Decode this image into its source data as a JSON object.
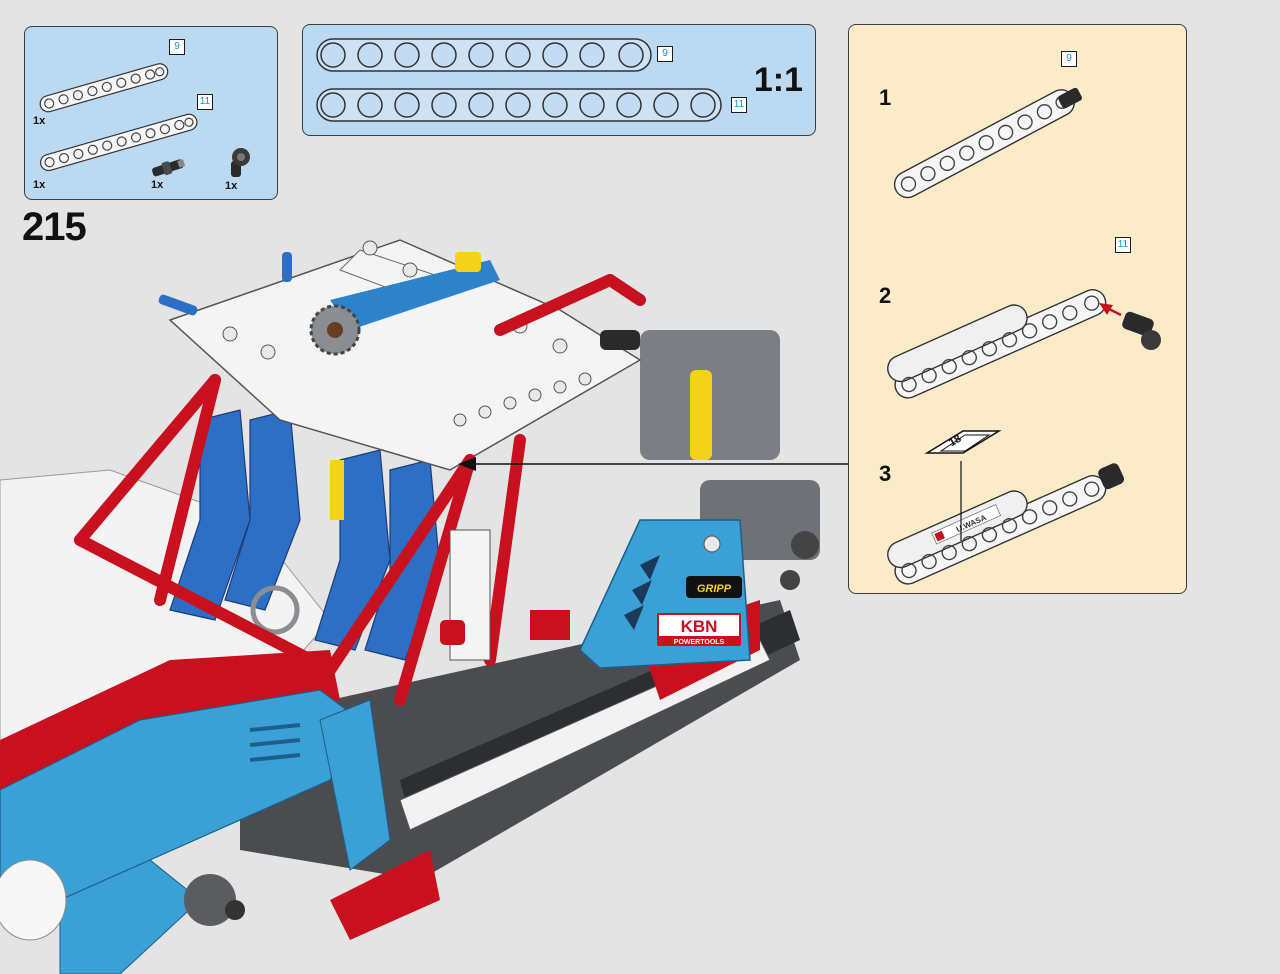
{
  "step": {
    "number": "215"
  },
  "parts_list": {
    "items": [
      {
        "name": "beam-9",
        "length": "9",
        "qty": "1x"
      },
      {
        "name": "beam-11",
        "length": "11",
        "qty": "1x"
      },
      {
        "name": "axle-pin-connector",
        "qty": "1x"
      },
      {
        "name": "pin-with-bush",
        "qty": "1x"
      }
    ]
  },
  "ruler": {
    "scale": "1:1",
    "beams": [
      {
        "length": "9",
        "holes": 9
      },
      {
        "length": "11",
        "holes": 11
      }
    ]
  },
  "substeps": [
    {
      "number": "1",
      "length_tag": "9"
    },
    {
      "number": "2",
      "length_tag": "11"
    },
    {
      "number": "3",
      "sticker": "18",
      "sticker_text": "U.WASA"
    }
  ],
  "colors": {
    "panel_blue": "#bcd9f2",
    "panel_cream": "#fcebc9",
    "lego_red": "#c8101e",
    "lego_blue": "#2d6fc4",
    "lego_azure": "#3aa0d6",
    "lego_white": "#f4f4f4",
    "lego_grey": "#8a8d91",
    "lego_yellow": "#f2d21a",
    "length_tag_text": "#1b8ec9"
  },
  "decals": {
    "brand_1": "GRIPP",
    "brand_2": "KBN",
    "brand_2_sub": "POWERTOOLS"
  }
}
